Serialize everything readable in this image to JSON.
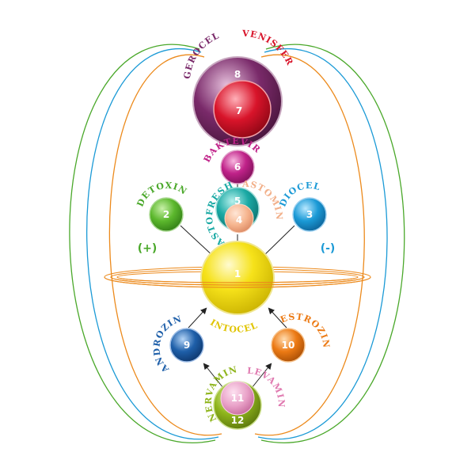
{
  "nodes": [
    {
      "id": "1",
      "name": "INTOCEL",
      "color": "#f2df00"
    },
    {
      "id": "2",
      "name": "DETOXIN",
      "color": "#5cb82d"
    },
    {
      "id": "3",
      "name": "DIOCEL",
      "color": "#1b9ad6"
    },
    {
      "id": "4",
      "name": "ASTOMIN",
      "color": "#f6b58f"
    },
    {
      "id": "5",
      "name": "ASTOFRESH",
      "color": "#1aa9a4"
    },
    {
      "id": "6",
      "name": "BAKTEVIR",
      "color": "#c02289"
    },
    {
      "id": "7",
      "name": "VENISFER",
      "color": "#d8142a"
    },
    {
      "id": "8",
      "name": "GEROCEL",
      "color": "#7a2a6a"
    },
    {
      "id": "9",
      "name": "ANDROZIN",
      "color": "#1e5fa9"
    },
    {
      "id": "10",
      "name": "ESTROZIN",
      "color": "#ec7a14"
    },
    {
      "id": "11",
      "name": "LEVAMIN",
      "color": "#e07ab0"
    },
    {
      "id": "12",
      "name": "NERVAMIN",
      "color": "#8fb51c"
    }
  ],
  "signs": {
    "plus": "(+)",
    "minus": "(-)"
  },
  "colors": {
    "green": "#4aa82a",
    "blue": "#1b9ad6",
    "orange": "#ec8a1c"
  }
}
